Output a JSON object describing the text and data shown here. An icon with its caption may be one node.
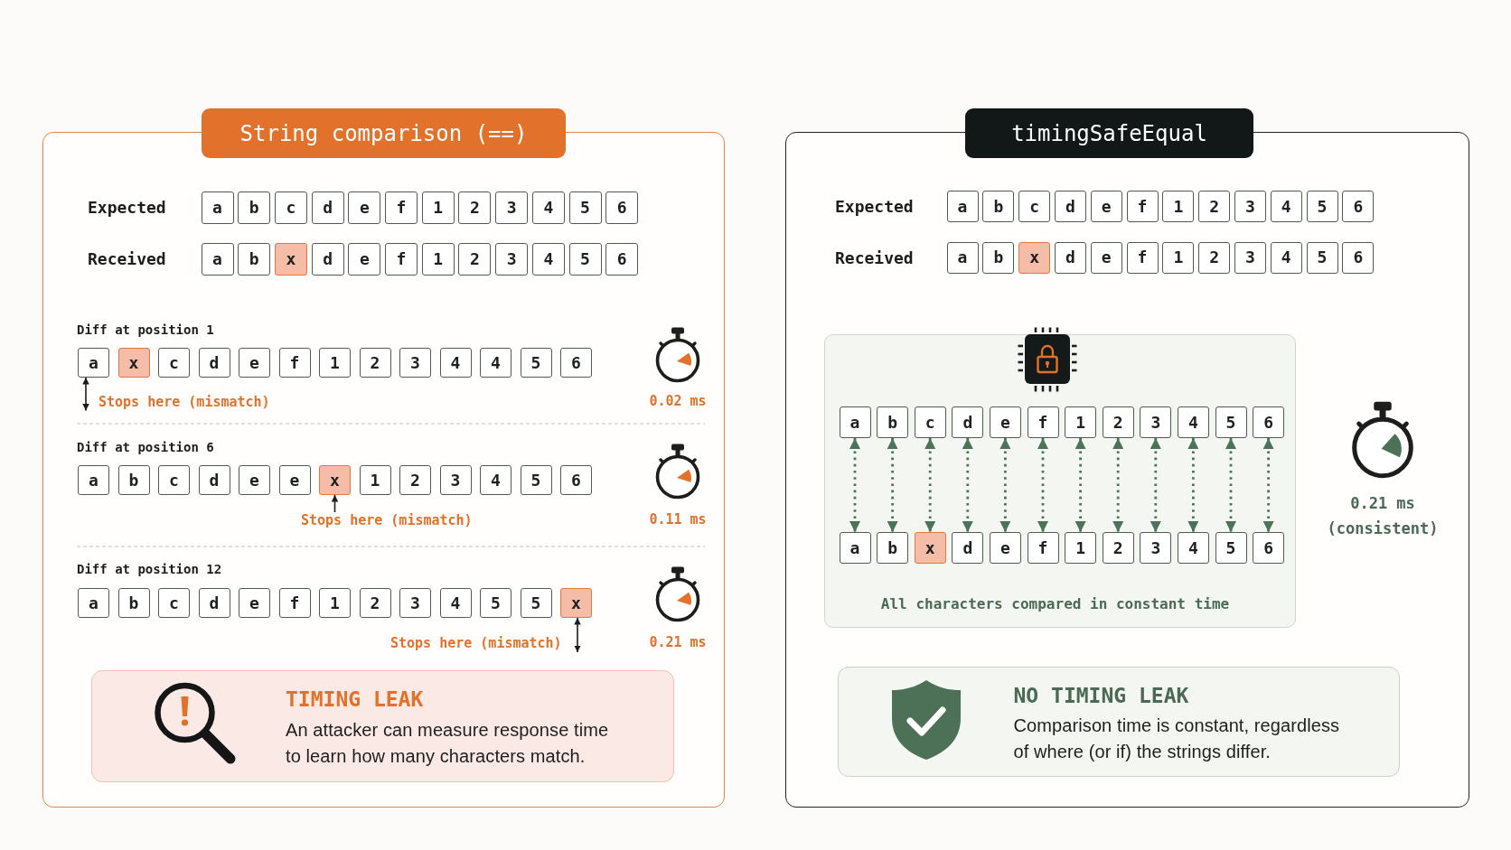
{
  "diagram": {
    "nodes": [
      {
        "text": [
          "String comparison (==)"
        ]
      },
      {
        "text": [
          "a"
        ],
        "in": 0
      },
      {
        "text": [
          "b"
        ],
        "in": 0
      },
      {
        "text": [
          "c"
        ],
        "in": 0
      },
      {
        "text": [
          "d"
        ],
        "in": 0
      },
      {
        "text": [
          "e"
        ],
        "in": 0
      },
      {
        "text": [
          "f"
        ],
        "in": 0
      },
      {
        "text": [
          "1"
        ],
        "in": 0
      },
      {
        "text": [
          "2"
        ],
        "in": 0
      },
      {
        "text": [
          "3"
        ],
        "in": 0
      },
      {
        "text": [
          "4"
        ],
        "in": 0
      },
      {
        "text": [
          "5"
        ],
        "in": 0
      },
      {
        "text": [
          "6"
        ],
        "in": 0
      },
      {
        "text": [
          "a"
        ],
        "in": 0
      },
      {
        "text": [
          "b"
        ],
        "in": 0
      },
      {
        "text": [
          "x"
        ],
        "in": 0
      },
      {
        "text": [
          "d"
        ],
        "in": 0
      },
      {
        "text": [
          "e"
        ],
        "in": 0
      },
      {
        "text": [
          "f"
        ],
        "in": 0
      },
      {
        "text": [
          "1"
        ],
        "in": 0
      },
      {
        "text": [
          "2"
        ],
        "in": 0
      },
      {
        "text": [
          "3"
        ],
        "in": 0
      },
      {
        "text": [
          "4"
        ],
        "in": 0
      },
      {
        "text": [
          "5"
        ],
        "in": 0
      },
      {
        "text": [
          "6"
        ],
        "in": 0
      },
      {
        "text": [
          "a"
        ],
        "in": 0
      },
      {
        "text": [
          "x"
        ],
        "in": 0
      },
      {
        "text": [
          "c"
        ],
        "in": 0
      },
      {
        "text": [
          "d"
        ],
        "in": 0
      },
      {
        "text": [
          "e"
        ],
        "in": 0
      },
      {
        "text": [
          "f"
        ],
        "in": 0
      },
      {
        "text": [
          "1"
        ],
        "in": 0
      },
      {
        "text": [
          "2"
        ],
        "in": 0
      },
      {
        "text": [
          "3"
        ],
        "in": 0
      },
      {
        "text": [
          "4"
        ],
        "in": 0
      },
      {
        "text": [
          "4"
        ],
        "in": 0
      },
      {
        "text": [
          "5"
        ],
        "in": 0
      },
      {
        "text": [
          "6"
        ],
        "in": 0
      },
      {
        "text": [
          "Stops here (mismatch)"
        ],
        "in": 0
      },
      {
        "text": [
          "a"
        ],
        "in": 0
      },
      {
        "text": [
          "b"
        ],
        "in": 0
      },
      {
        "text": [
          "c"
        ],
        "in": 0
      },
      {
        "text": [
          "d"
        ],
        "in": 0
      },
      {
        "text": [
          "e"
        ],
        "in": 0
      },
      {
        "text": [
          "e"
        ],
        "in": 0
      },
      {
        "text": [
          "x"
        ],
        "in": 0
      },
      {
        "text": [
          "1"
        ],
        "in": 0
      },
      {
        "text": [
          "2"
        ],
        "in": 0
      },
      {
        "text": [
          "3"
        ],
        "in": 0
      },
      {
        "text": [
          "4"
        ],
        "in": 0
      },
      {
        "text": [
          "5"
        ],
        "in": 0
      },
      {
        "text": [
          "6"
        ],
        "in": 0
      },
      {
        "text": [
          "Stops here (mismatch)"
        ],
        "in": 0
      },
      {
        "text": [
          "a"
        ],
        "in": 0
      },
      {
        "text": [
          "b"
        ],
        "in": 0
      },
      {
        "text": [
          "c"
        ],
        "in": 0
      },
      {
        "text": [
          "d"
        ],
        "in": 0
      },
      {
        "text": [
          "e"
        ],
        "in": 0
      },
      {
        "text": [
          "f"
        ],
        "in": 0
      },
      {
        "text": [
          "1"
        ],
        "in": 0
      },
      {
        "text": [
          "2"
        ],
        "in": 0
      },
      {
        "text": [
          "3"
        ],
        "in": 0
      },
      {
        "text": [
          "4"
        ],
        "in": 0
      },
      {
        "text": [
          "5"
        ],
        "in": 0
      },
      {
        "text": [
          "5"
        ],
        "in": 0
      },
      {
        "text": [
          "x"
        ],
        "in": 0
      },
      {
        "text": [
          "Stops here (mismatch)"
        ],
        "in": 0
      },
      {
        "text": [
          "TIMING LEAK",
          "An attacker can measure response time to learn how many characters match."
        ],
        "in": 0
      },
      {
        "text": [
          "timingSafeEqual"
        ]
      },
      {
        "text": [
          "a"
        ],
        "in": 68
      },
      {
        "text": [
          "b"
        ],
        "in": 68
      },
      {
        "text": [
          "c"
        ],
        "in": 68
      },
      {
        "text": [
          "d"
        ],
        "in": 68
      },
      {
        "text": [
          "e"
        ],
        "in": 68
      },
      {
        "text": [
          "f"
        ],
        "in": 68
      },
      {
        "text": [
          "1"
        ],
        "in": 68
      },
      {
        "text": [
          "2"
        ],
        "in": 68
      },
      {
        "text": [
          "3"
        ],
        "in": 68
      },
      {
        "text": [
          "4"
        ],
        "in": 68
      },
      {
        "text": [
          "5"
        ],
        "in": 68
      },
      {
        "text": [
          "6"
        ],
        "in": 68
      },
      {
        "text": [
          "a"
        ],
        "in": 68
      },
      {
        "text": [
          "b"
        ],
        "in": 68
      },
      {
        "text": [
          "x"
        ],
        "in": 68
      },
      {
        "text": [
          "d"
        ],
        "in": 68
      },
      {
        "text": [
          "e"
        ],
        "in": 68
      },
      {
        "text": [
          "f"
        ],
        "in": 68
      },
      {
        "text": [
          "1"
        ],
        "in": 68
      },
      {
        "text": [
          "2"
        ],
        "in": 68
      },
      {
        "text": [
          "3"
        ],
        "in": 68
      },
      {
        "text": [
          "4"
        ],
        "in": 68
      },
      {
        "text": [
          "5"
        ],
        "in": 68
      },
      {
        "text": [
          "6"
        ],
        "in": 68
      },
      {
        "text": [
          "All characters compared in constant time"
        ],
        "in": 68
      },
      {
        "text": [
          "a"
        ],
        "in": 93
      },
      {
        "text": [
          "b"
        ],
        "in": 93
      },
      {
        "text": [
          "c"
        ],
        "in": 93
      },
      {
        "text": [
          "d"
        ],
        "in": 93
      },
      {
        "text": [
          "e"
        ],
        "in": 93
      },
      {
        "text": [
          "f"
        ],
        "in": 93
      },
      {
        "text": [
          "1"
        ],
        "in": 93
      },
      {
        "text": [
          "2"
        ],
        "in": 93
      },
      {
        "text": [
          "3"
        ],
        "in": 93
      },
      {
        "text": [
          "4"
        ],
        "in": 93
      },
      {
        "text": [
          "5"
        ],
        "in": 93
      },
      {
        "text": [
          "6"
        ],
        "in": 93
      },
      {
        "text": [
          "a"
        ],
        "in": 93
      },
      {
        "text": [
          "b"
        ],
        "in": 93
      },
      {
        "text": [
          "x"
        ],
        "in": 93
      },
      {
        "text": [
          "d"
        ],
        "in": 93
      },
      {
        "text": [
          "e"
        ],
        "in": 93
      },
      {
        "text": [
          "f"
        ],
        "in": 93
      },
      {
        "text": [
          "1"
        ],
        "in": 93
      },
      {
        "text": [
          "2"
        ],
        "in": 93
      },
      {
        "text": [
          "3"
        ],
        "in": 93
      },
      {
        "text": [
          "4"
        ],
        "in": 93
      },
      {
        "text": [
          "5"
        ],
        "in": 93
      },
      {
        "text": [
          "6"
        ],
        "in": 93
      },
      {
        "text": [
          "NO TIMING LEAK",
          "Comparison time is constant, regardless of where (or if) the strings differ."
        ],
        "in": 68
      }
    ],
    "edges": [
      {
        "from": 38,
        "to": 25,
        "arrow": "both",
        "color": "#1c1c1c"
      },
      {
        "from": 52,
        "to": 45,
        "arrow": "to",
        "color": "#1c1c1c"
      },
      {
        "from": 66,
        "to": 65,
        "arrow": "both",
        "color": "#1c1c1c"
      },
      {
        "from": 94,
        "to": 106,
        "arrow": "both",
        "style": "dashed"
      },
      {
        "from": 95,
        "to": 107,
        "arrow": "both",
        "style": "dashed"
      },
      {
        "from": 96,
        "to": 108,
        "arrow": "both",
        "style": "dashed"
      },
      {
        "from": 97,
        "to": 109,
        "arrow": "both",
        "style": "dashed"
      },
      {
        "from": 98,
        "to": 110,
        "arrow": "both",
        "style": "dashed"
      },
      {
        "from": 99,
        "to": 111,
        "arrow": "both",
        "style": "dashed"
      },
      {
        "from": 100,
        "to": 112,
        "arrow": "both",
        "style": "dashed"
      },
      {
        "from": 101,
        "to": 113,
        "arrow": "both",
        "style": "dashed"
      },
      {
        "from": 102,
        "to": 114,
        "arrow": "both",
        "style": "dashed"
      },
      {
        "from": 103,
        "to": 115,
        "arrow": "both",
        "style": "dashed"
      },
      {
        "from": 104,
        "to": 116,
        "arrow": "both",
        "style": "dashed"
      },
      {
        "from": 105,
        "to": 117,
        "arrow": "both",
        "style": "dashed"
      }
    ],
    "labels": [
      "Expected",
      "Received",
      "Diff at position 1",
      "0.02 ms",
      "Diff at position 6",
      "0.11 ms",
      "Diff at position 12",
      "0.21 ms",
      "Expected",
      "Received",
      "0.21 ms (consistent)"
    ]
  }
}
